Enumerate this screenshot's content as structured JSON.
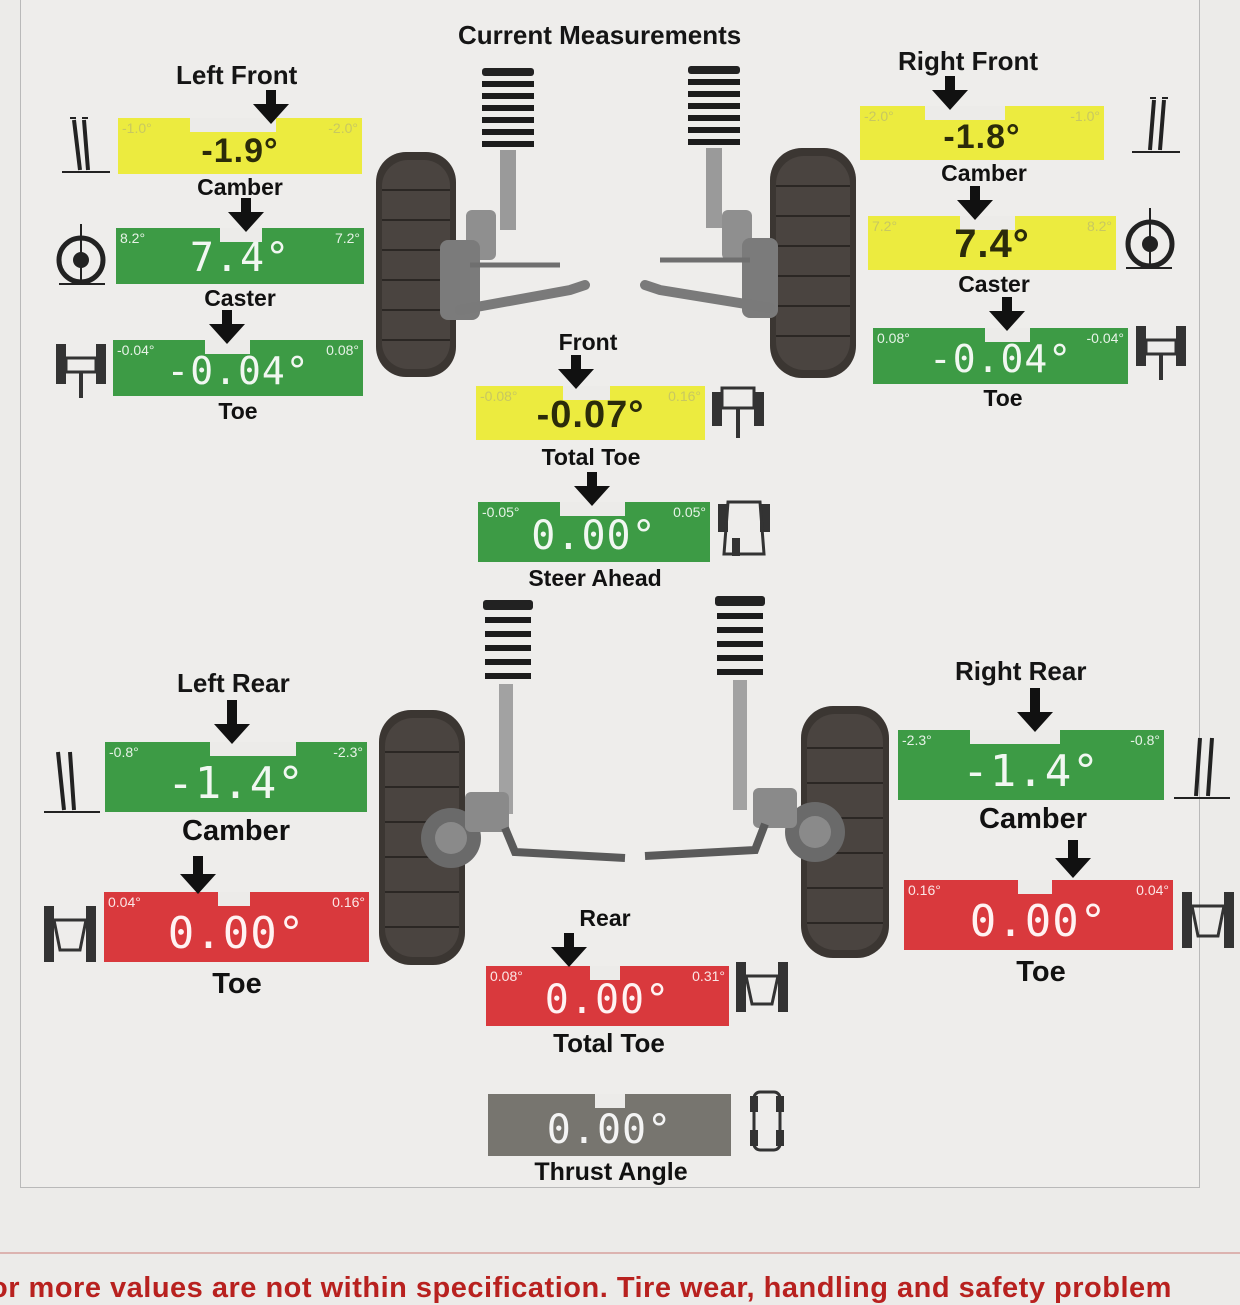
{
  "title": "Current Measurements",
  "corners": {
    "left_front": "Left Front",
    "right_front": "Right Front",
    "left_rear": "Left Rear",
    "right_rear": "Right Rear"
  },
  "labels": {
    "camber": "Camber",
    "caster": "Caster",
    "toe": "Toe",
    "front": "Front",
    "rear": "Rear",
    "total_toe": "Total Toe",
    "steer_ahead": "Steer Ahead",
    "thrust_angle": "Thrust Angle"
  },
  "gauges": {
    "lf_camber": {
      "min": "-1.0°",
      "max": "-2.0°",
      "value": "-1.9°",
      "status": "yellow"
    },
    "lf_caster": {
      "min": "8.2°",
      "max": "7.2°",
      "value": "7.4°",
      "status": "green"
    },
    "lf_toe": {
      "min": "-0.04°",
      "max": "0.08°",
      "value": "-0.04°",
      "status": "green"
    },
    "rf_camber": {
      "min": "-2.0°",
      "max": "-1.0°",
      "value": "-1.8°",
      "status": "yellow"
    },
    "rf_caster": {
      "min": "7.2°",
      "max": "8.2°",
      "value": "7.4°",
      "status": "yellow"
    },
    "rf_toe": {
      "min": "0.08°",
      "max": "-0.04°",
      "value": "-0.04°",
      "status": "green"
    },
    "front_total_toe": {
      "min": "-0.08°",
      "max": "0.16°",
      "value": "-0.07°",
      "status": "yellow"
    },
    "steer_ahead": {
      "min": "-0.05°",
      "max": "0.05°",
      "value": "0.00°",
      "status": "green"
    },
    "lr_camber": {
      "min": "-0.8°",
      "max": "-2.3°",
      "value": "-1.4°",
      "status": "green"
    },
    "lr_toe": {
      "min": "0.04°",
      "max": "0.16°",
      "value": "0.00°",
      "status": "red"
    },
    "rr_camber": {
      "min": "-2.3°",
      "max": "-0.8°",
      "value": "-1.4°",
      "status": "green"
    },
    "rr_toe": {
      "min": "0.16°",
      "max": "0.04°",
      "value": "0.00°",
      "status": "red"
    },
    "rear_total_toe": {
      "min": "0.08°",
      "max": "0.31°",
      "value": "0.00°",
      "status": "red"
    },
    "thrust_angle": {
      "value": "0.00°",
      "status": "gray"
    }
  },
  "colors": {
    "yellow": "#eceb3f",
    "green": "#3d9b45",
    "red": "#d9393d",
    "gray": "#77756f"
  },
  "warning": "or more values are not within specification.  Tire wear, handling and safety problem"
}
